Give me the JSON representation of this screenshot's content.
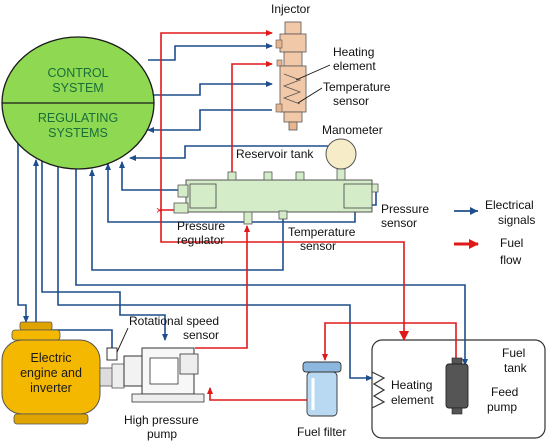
{
  "labels": {
    "injector": "Injector",
    "heating_element_1": "Heating",
    "heating_element_2": "element",
    "temperature_sensor_top_1": "Temperature",
    "temperature_sensor_top_2": "sensor",
    "manometer": "Manometer",
    "reservoir_tank": "Reservoir tank",
    "control_system_1": "CONTROL",
    "control_system_2": "SYSTEM",
    "regulating_systems_1": "REGULATING",
    "regulating_systems_2": "SYSTEMS",
    "pressure_regulator_1": "Pressure",
    "pressure_regulator_2": "regulator",
    "temperature_sensor_mid_1": "Temperature",
    "temperature_sensor_mid_2": "sensor",
    "pressure_sensor_1": "Pressure",
    "pressure_sensor_2": "sensor",
    "rotational_speed_sensor_1": "Rotational speed",
    "rotational_speed_sensor_2": "sensor",
    "electric_engine_1": "Electric",
    "electric_engine_2": "engine and",
    "electric_engine_3": "inverter",
    "high_pressure_pump_1": "High pressure",
    "high_pressure_pump_2": "pump",
    "fuel_filter": "Fuel filter",
    "fuel_tank_1": "Fuel",
    "fuel_tank_2": "tank",
    "tank_heating_element_1": "Heating",
    "tank_heating_element_2": "element",
    "feed_pump_1": "Feed",
    "feed_pump_2": "pump"
  },
  "legend": {
    "electrical_1": "Electrical",
    "electrical_2": "signals",
    "fuel_1": "Fuel",
    "fuel_2": "flow"
  },
  "colors": {
    "electrical": "#1f4e8c",
    "fuel": "#e01818",
    "control_system_fill": "#8ed852",
    "engine_fill": "#f5b800",
    "rail_fill": "#d4ecc8",
    "injector_fill": "#f2c9a8",
    "filter_fill": "#b9d9f2"
  }
}
